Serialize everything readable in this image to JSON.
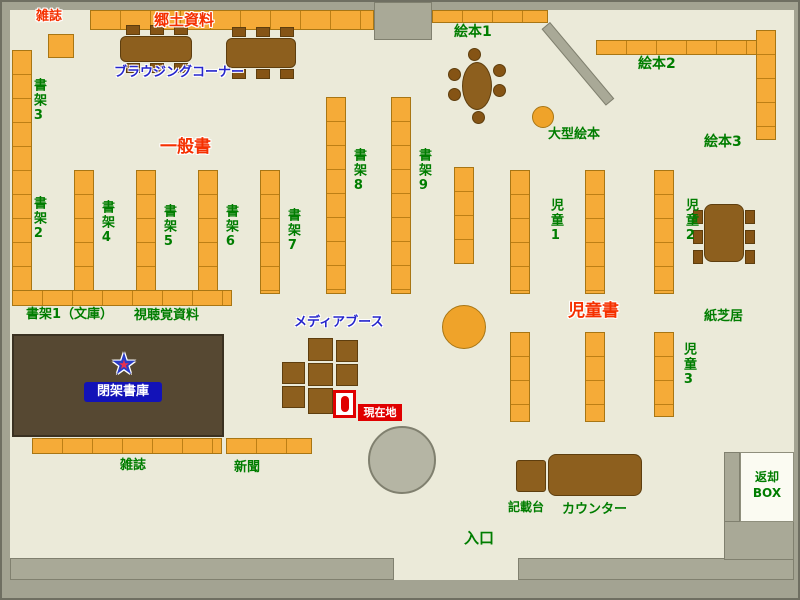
{
  "labels": {
    "zasshi_top": "雑誌",
    "kyodo_shiryo": "郷土資料",
    "ehon1": "絵本1",
    "ehon2": "絵本2",
    "ehon3": "絵本3",
    "browsing_corner": "ブラウジングコーナー",
    "ippansho": "一般書",
    "shoka1_bunko": "書架1（文庫）",
    "shoka2": "書架2",
    "shoka3": "書架3",
    "shoka4": "書架4",
    "shoka5": "書架5",
    "shoka6": "書架6",
    "shoka7": "書架7",
    "shoka8": "書架8",
    "shoka9": "書架9",
    "shichokaku": "視聴覚資料",
    "heika_shoko": "閉架書庫",
    "media_booth": "メディアブース",
    "genzaichi": "現在地",
    "ogata_ehon": "大型絵本",
    "jido1": "児童1",
    "jido2": "児童2",
    "jido3": "児童3",
    "jidosho": "児童書",
    "kamishibai": "紙芝居",
    "zasshi_bottom": "雑誌",
    "shinbun": "新聞",
    "kisaidai": "記載台",
    "counter": "カウンター",
    "henkyaku_line1": "返却",
    "henkyaku_line2": "BOX",
    "iriguchi": "入口"
  },
  "icons": {
    "star": "star-icon",
    "current_location": "current-location-marker"
  },
  "colors": {
    "floor": "#ebead9",
    "wall": "#a3a392",
    "shelf_orange": "#f5ab38",
    "furniture_brown": "#8d5f1e",
    "closed_stack_brown": "#564832",
    "label_green": "#007d00",
    "label_red": "#f53000",
    "label_blue": "#2626cc",
    "current_location_red": "#e00000",
    "closed_stack_sign_blue": "#1212b8"
  }
}
